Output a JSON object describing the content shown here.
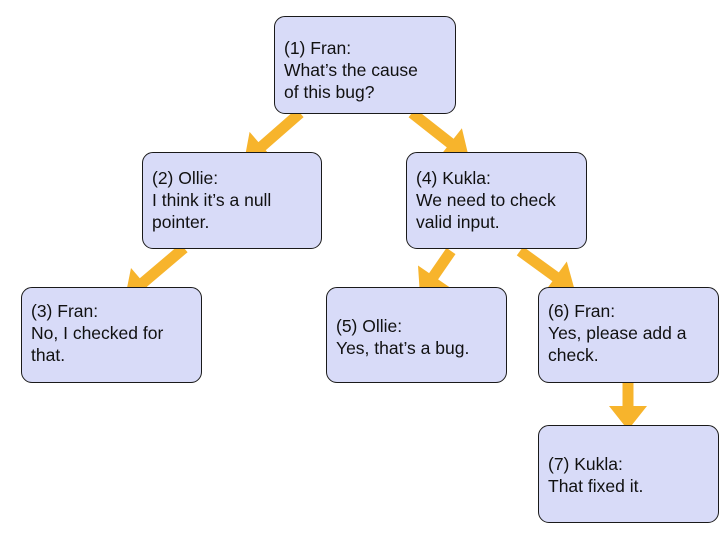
{
  "nodes": [
    {
      "id": "n1",
      "speaker": "(1) Fran:",
      "lines": [
        "What’s the cause",
        "of this bug?"
      ]
    },
    {
      "id": "n2",
      "speaker": "(2) Ollie:",
      "lines": [
        "I think it’s a null",
        "pointer."
      ]
    },
    {
      "id": "n3",
      "speaker": "(3) Fran:",
      "lines": [
        "No, I checked for",
        "that."
      ]
    },
    {
      "id": "n4",
      "speaker": "(4) Kukla:",
      "lines": [
        "We need to check",
        "valid input."
      ]
    },
    {
      "id": "n5",
      "speaker": "(5) Ollie:",
      "lines": [
        "Yes, that’s a bug."
      ]
    },
    {
      "id": "n6",
      "speaker": "(6) Fran:",
      "lines": [
        "Yes, please add a",
        "check."
      ]
    },
    {
      "id": "n7",
      "speaker": "(7) Kukla:",
      "lines": [
        "That fixed it."
      ]
    }
  ],
  "edges": [
    {
      "from": "n1",
      "to": "n2"
    },
    {
      "from": "n1",
      "to": "n4"
    },
    {
      "from": "n2",
      "to": "n3"
    },
    {
      "from": "n4",
      "to": "n5"
    },
    {
      "from": "n4",
      "to": "n6"
    },
    {
      "from": "n6",
      "to": "n7"
    }
  ],
  "colors": {
    "node_fill": "#d8dbf8",
    "node_border": "#1a1a1a",
    "arrow": "#f7b42c",
    "text": "#111111"
  }
}
